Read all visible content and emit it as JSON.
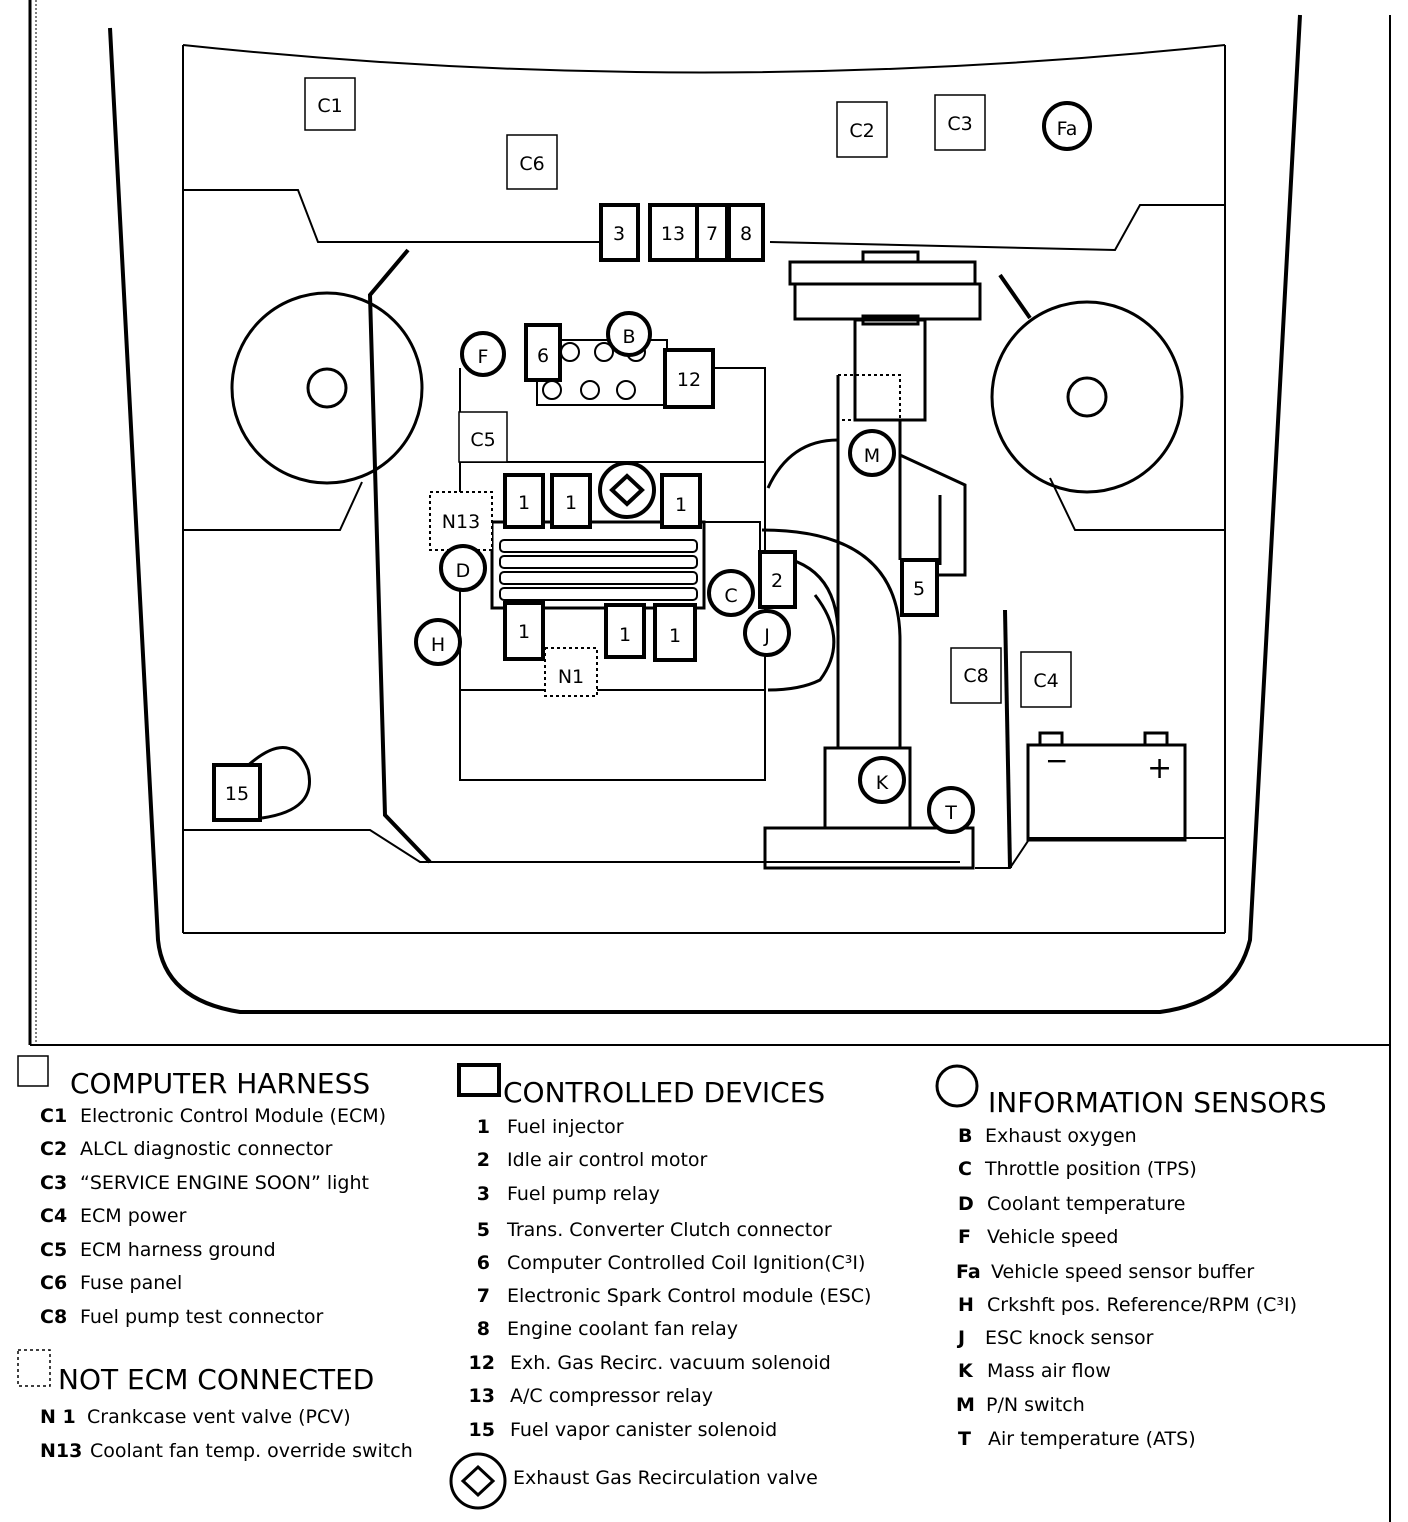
{
  "diagram": {
    "components": {
      "C1": "C1",
      "C2": "C2",
      "C3": "C3",
      "C4": "C4",
      "C5": "C5",
      "C6": "C6",
      "C8": "C8",
      "d3": "3",
      "d13": "13",
      "d7": "7",
      "d8": "8",
      "d6": "6",
      "d12": "12",
      "d5": "5",
      "d2": "2",
      "d15": "15",
      "d1": "1",
      "sB": "B",
      "sF": "F",
      "sFa": "Fa",
      "sM": "M",
      "sC": "C",
      "sD": "D",
      "sH": "H",
      "sJ": "J",
      "sK": "K",
      "sT": "T",
      "N1": "N1",
      "N13": "N13",
      "batt_minus": "−",
      "batt_plus": "+"
    },
    "legend": {
      "computer_harness": {
        "heading": "COMPUTER HARNESS",
        "items": [
          {
            "code": "C1",
            "text": "Electronic Control Module (ECM)"
          },
          {
            "code": "C2",
            "text": "ALCL diagnostic connector"
          },
          {
            "code": "C3",
            "text": "“SERVICE ENGINE SOON” light"
          },
          {
            "code": "C4",
            "text": "ECM power"
          },
          {
            "code": "C5",
            "text": "ECM harness ground"
          },
          {
            "code": "C6",
            "text": "Fuse panel"
          },
          {
            "code": "C8",
            "text": "Fuel pump test connector"
          }
        ]
      },
      "not_ecm": {
        "heading": "NOT ECM CONNECTED",
        "items": [
          {
            "code": "N 1",
            "text": "Crankcase vent  valve (PCV)"
          },
          {
            "code": "N13",
            "text": "Coolant fan temp. override switch"
          }
        ]
      },
      "controlled_devices": {
        "heading": "CONTROLLED DEVICES",
        "items": [
          {
            "code": "1",
            "text": "Fuel injector"
          },
          {
            "code": "2",
            "text": "Idle air control motor"
          },
          {
            "code": "3",
            "text": "Fuel pump relay"
          },
          {
            "code": "5",
            "text": "Trans. Converter Clutch connector"
          },
          {
            "code": "6",
            "text": "Computer Controlled Coil  Ignition(C³I)"
          },
          {
            "code": "7",
            "text": "Electronic Spark Control module (ESC)"
          },
          {
            "code": "8",
            "text": "Engine coolant fan relay"
          },
          {
            "code": "12",
            "text": "Exh. Gas Recirc. vacuum solenoid"
          },
          {
            "code": "13",
            "text": "A/C compressor relay"
          },
          {
            "code": "15",
            "text": "Fuel vapor canister solenoid"
          }
        ],
        "egr": "Exhaust Gas Recirculation valve"
      },
      "information_sensors": {
        "heading": "INFORMATION SENSORS",
        "items": [
          {
            "code": "B",
            "text": "Exhaust oxygen"
          },
          {
            "code": "C",
            "text": "Throttle position (TPS)"
          },
          {
            "code": "D",
            "text": "Coolant temperature"
          },
          {
            "code": "F",
            "text": "Vehicle speed"
          },
          {
            "code": "Fa",
            "text": "Vehicle speed sensor buffer"
          },
          {
            "code": "H",
            "text": "Crkshft pos. Reference/RPM (C³I)"
          },
          {
            "code": "J",
            "text": "ESC knock sensor"
          },
          {
            "code": "K",
            "text": "Mass air flow"
          },
          {
            "code": "M",
            "text": "P/N switch"
          },
          {
            "code": "T",
            "text": "Air temperature (ATS)"
          }
        ]
      }
    }
  }
}
